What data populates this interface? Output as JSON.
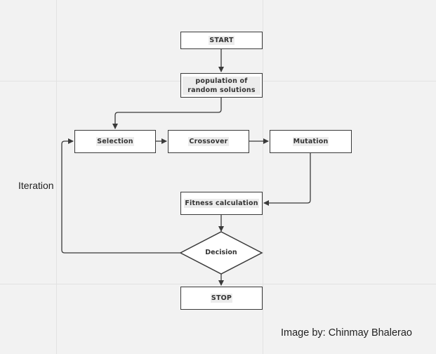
{
  "nodes": {
    "start": "START",
    "population": "population of random solutions",
    "selection": "Selection",
    "crossover": "Crossover",
    "mutation": "Mutation",
    "fitness": "Fitness calculation",
    "decision": "Decision",
    "stop": "STOP"
  },
  "labels": {
    "iteration": "Iteration"
  },
  "credit": "Image by: Chinmay Bhalerao",
  "colors": {
    "background": "#f2f2f2",
    "stroke": "#3a3a3a",
    "node_fill": "#ffffff"
  }
}
